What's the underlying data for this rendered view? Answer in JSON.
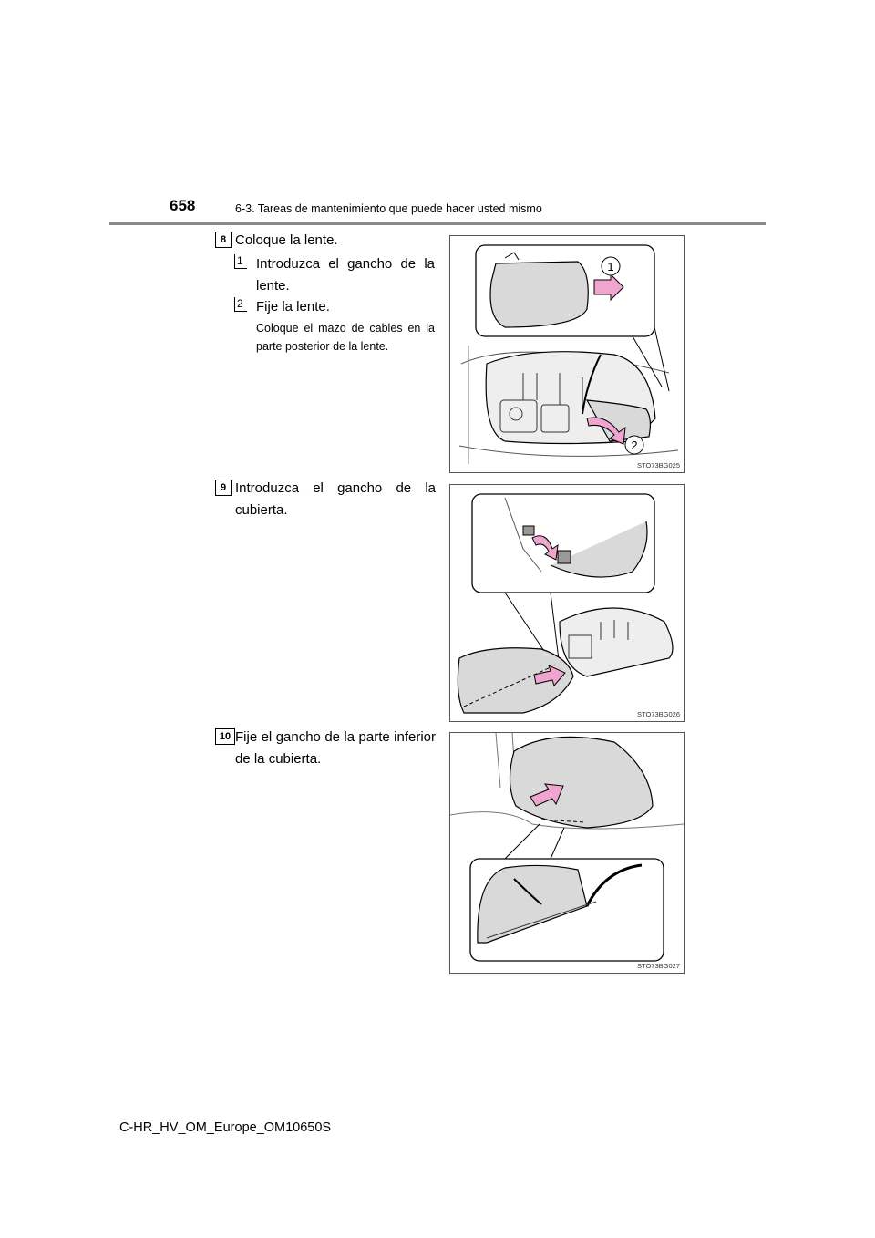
{
  "header": {
    "page_number": "658",
    "section_title": "6-3. Tareas de mantenimiento que puede hacer usted mismo"
  },
  "steps": [
    {
      "number": "8",
      "text": "Coloque la lente.",
      "substeps": [
        {
          "number": "1",
          "text": "Introduzca el gancho de la lente."
        },
        {
          "number": "2",
          "text": "Fije la lente."
        }
      ],
      "note": "Coloque el mazo de cables en la parte posterior de la lente.",
      "figure": {
        "code": "STO73BG025",
        "callouts": [
          "1",
          "2"
        ]
      }
    },
    {
      "number": "9",
      "text": "Introduzca el gancho de la cubierta.",
      "figure": {
        "code": "STO73BG026"
      }
    },
    {
      "number": "10",
      "text": "Fije el gancho de la parte inferior de la cubierta.",
      "figure": {
        "code": "STO73BG027"
      }
    }
  ],
  "footer": {
    "doc_id": "C-HR_HV_OM_Europe_OM10650S"
  },
  "colors": {
    "arrow": "#f0a5d0",
    "arrow_stroke": "#000000",
    "part_fill": "#d9d9d9",
    "rule": "#8a8a8a"
  }
}
